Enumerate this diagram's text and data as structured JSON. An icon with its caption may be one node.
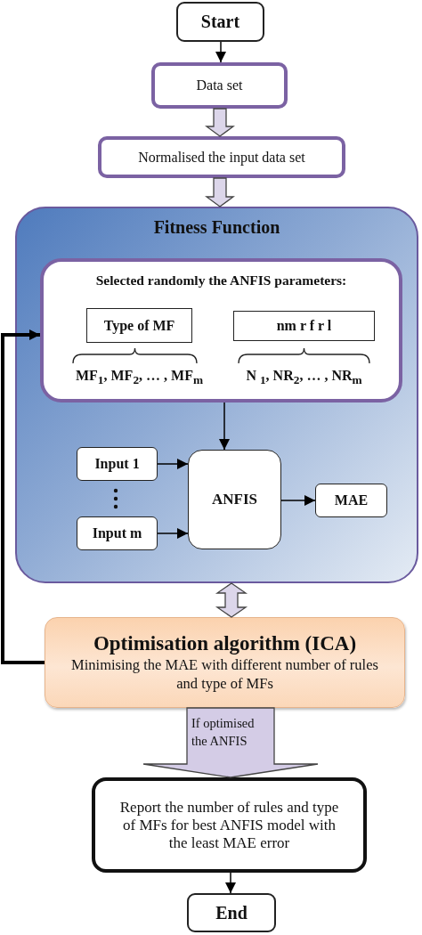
{
  "diagram": {
    "nodes": [
      {
        "text": [
          "Start"
        ]
      },
      {
        "text": [
          "Data set"
        ]
      },
      {
        "text": [
          "Normalised the input data set"
        ]
      },
      {
        "text": [
          "Fitness Function"
        ]
      },
      {
        "text": [
          "Selected randomly the ANFIS parameters:"
        ],
        "in": 3
      },
      {
        "text": [
          "Type of MF"
        ],
        "in": 4,
        "beside": [
          "MF$_{1}$, MF$_{2}$, … , MF$_{m}$"
        ]
      },
      {
        "text": [
          "nm r f r l"
        ],
        "in": 4,
        "beside": [
          "N $_{1}$, NR$_{2}$, … , NR$_{m}$"
        ]
      },
      {
        "text": [
          "Input 1"
        ],
        "in": 3
      },
      {
        "text": [
          "Input m"
        ],
        "in": 3
      },
      {
        "text": [
          "ANFIS"
        ],
        "in": 3
      },
      {
        "text": [
          "MAE"
        ],
        "in": 3
      },
      {
        "text": [
          "Optimisation algorithm (ICA)",
          "Minimising the MAE with different number of rules and type of MFs"
        ]
      },
      {
        "text": [
          "Report the number of rules and type of MFs for best ANFIS model with the least MAE error"
        ]
      },
      {
        "text": [
          "End"
        ]
      }
    ],
    "edges": [
      {
        "from": 0,
        "to": 1,
        "arrow": "to"
      },
      {
        "from": 1,
        "to": 2,
        "arrow": "to",
        "style": "thick",
        "color": "#dcd6ea"
      },
      {
        "from": 2,
        "to": 3,
        "arrow": "to",
        "style": "thick",
        "color": "#dcd6ea"
      },
      {
        "from": 4,
        "to": 9,
        "arrow": "to"
      },
      {
        "from": 7,
        "to": 9,
        "arrow": "to"
      },
      {
        "from": 8,
        "to": 9,
        "arrow": "to"
      },
      {
        "from": 9,
        "to": 10,
        "arrow": "to"
      },
      {
        "from": 3,
        "to": 11,
        "arrow": "both",
        "style": "thick",
        "color": "#dcd6ea"
      },
      {
        "from": 11,
        "to": 4,
        "arrow": "to",
        "style": "thick"
      },
      {
        "from": 11,
        "to": 12,
        "arrow": "to",
        "style": "thick",
        "color": "#d4cce6",
        "label": "If optimised the ANFIS"
      },
      {
        "from": 12,
        "to": 13,
        "arrow": "to"
      }
    ]
  }
}
